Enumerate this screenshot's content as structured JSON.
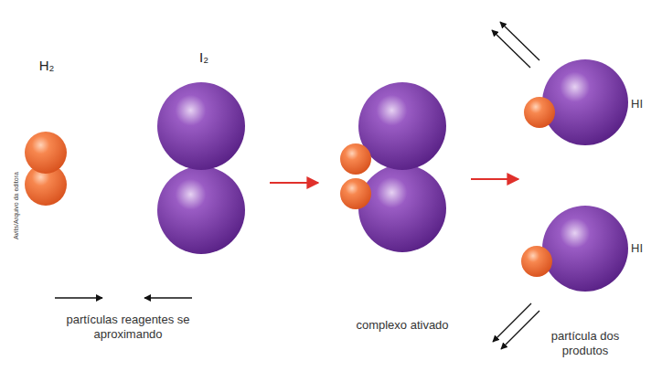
{
  "diagram": {
    "labels": [
      "H₂",
      "I₂",
      "Avits/Arquivo da editora",
      "partículas reagentes se aproximando",
      "complexo ativado",
      "HI",
      "HI",
      "partícula dos produtos"
    ]
  }
}
